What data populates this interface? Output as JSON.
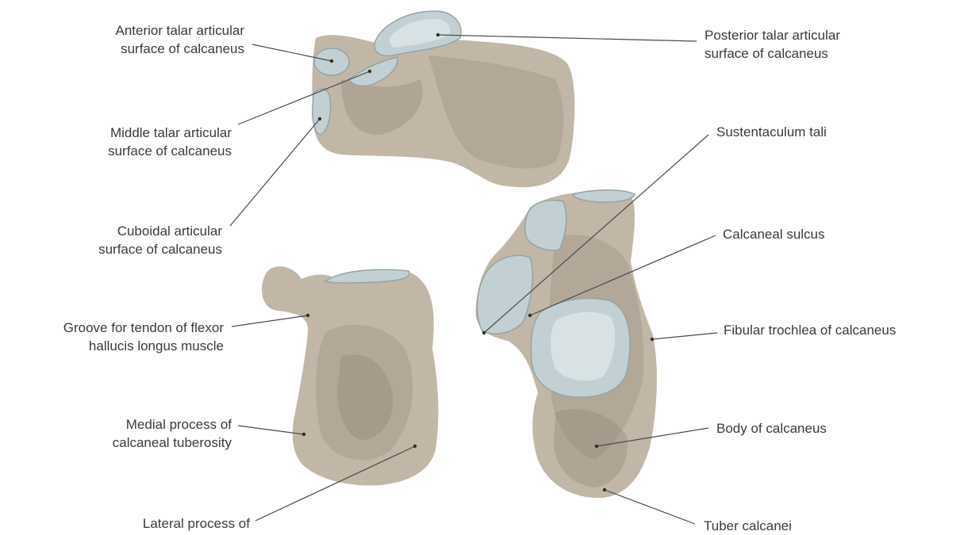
{
  "labels": {
    "anterior_talar": "Anterior talar articular\nsurface of calcaneus",
    "posterior_talar": "Posterior talar articular\nsurface of calcaneus",
    "middle_talar": "Middle talar articular\nsurface of calcaneus",
    "sustentaculum": "Sustentaculum tali",
    "cuboidal": "Cuboidal articular\nsurface of calcaneus",
    "calcaneal_sulcus": "Calcaneal sulcus",
    "groove_flexor": "Groove for tendon of flexor\nhallucis longus muscle",
    "fibular_trochlea": "Fibular trochlea of calcaneus",
    "medial_process": "Medial process of\ncalcaneal tuberosity",
    "body": "Body of calcaneus",
    "lateral_process": "Lateral process of",
    "tuber": "Tuber calcanei"
  },
  "colors": {
    "bone": "#c2b7a6",
    "cartilage": "#c3d0d3",
    "leader_line": "#4a4a4a",
    "text": "#3a3a3a"
  }
}
